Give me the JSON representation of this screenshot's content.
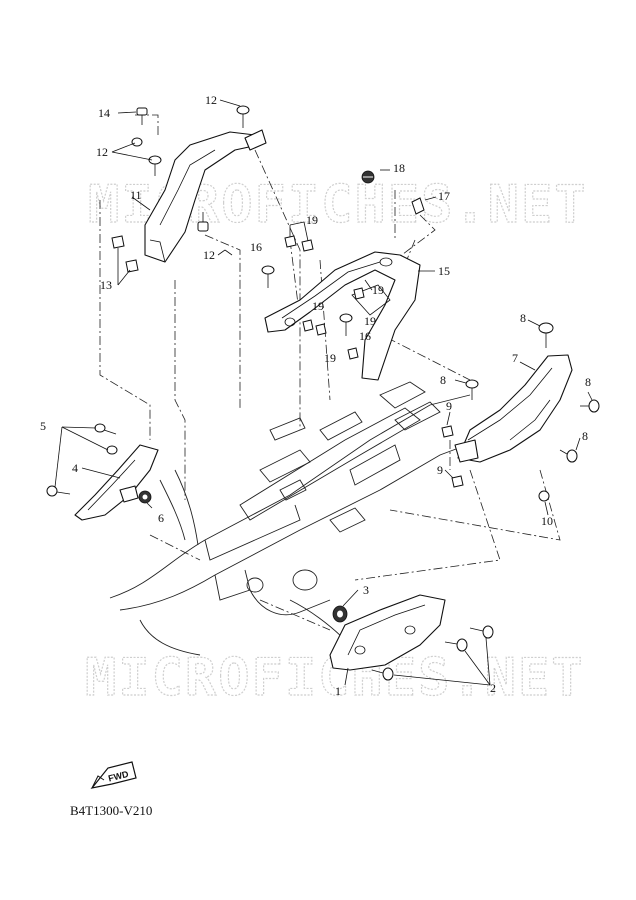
{
  "watermark": {
    "text": "MICROFICHES.NET"
  },
  "diagram_code": "B4T1300-V210",
  "fwd_label": "FWD",
  "callouts": {
    "c1": "1",
    "c2": "2",
    "c3": "3",
    "c4": "4",
    "c5": "5",
    "c6": "6",
    "c7": "7",
    "c8a": "8",
    "c8b": "8",
    "c8c": "8",
    "c8d": "8",
    "c9a": "9",
    "c9b": "9",
    "c10": "10",
    "c11": "11",
    "c12a": "12",
    "c12b": "12",
    "c12c": "12",
    "c13": "13",
    "c14": "14",
    "c15": "15",
    "c16a": "16",
    "c16b": "16",
    "c17": "17",
    "c18": "18",
    "c19a": "19",
    "c19b": "19",
    "c19c": "19",
    "c19d": "19",
    "c19e": "19"
  }
}
